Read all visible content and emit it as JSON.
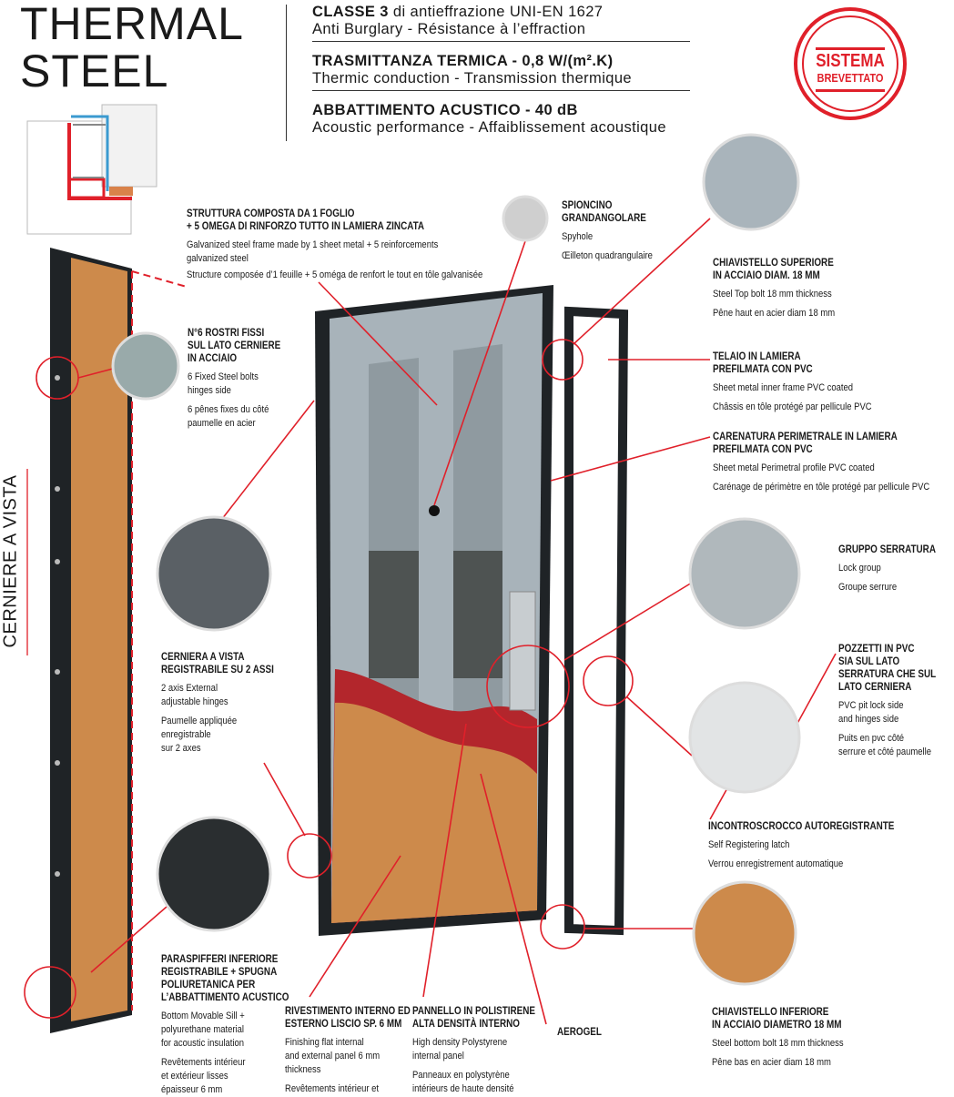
{
  "header": {
    "title_line1": "THERMAL",
    "title_line2": "STEEL"
  },
  "specs": [
    {
      "bold": "CLASSE 3",
      "rest": " di antieffrazione UNI-EN 1627",
      "sub": "Anti Burglary - Résistance à l’effraction"
    },
    {
      "bold": "TRASMITTANZA TERMICA - 0,8 W/(m².K)",
      "rest": "",
      "sub": "Thermic conduction - Transmission thermique"
    },
    {
      "bold": "ABBATTIMENTO ACUSTICO - 40 dB",
      "rest": "",
      "sub": "Acoustic performance - Affaiblissement acoustique"
    }
  ],
  "stamp": {
    "line1": "SISTEMA",
    "line2": "BREVETTATO"
  },
  "side_label": "CERNIERE A VISTA",
  "colors": {
    "accent": "#e0202a",
    "wood": "#d08a4a",
    "steel": "#a9b4bb",
    "frame": "#1f2326"
  },
  "labels": {
    "struttura": {
      "h1": "STRUTTURA COMPOSTA DA 1 FOGLIO",
      "h2": "+ 5 OMEGA DI RINFORZO TUTTO IN LAMIERA ZINCATA",
      "en1": "Galvanized steel frame made by 1 sheet metal + 5 reinforcements",
      "en2": "galvanized steel",
      "fr": "Structure composée d’1 feuille + 5 oméga de renfort le tout en tôle galvanisée"
    },
    "spioncino": {
      "h1": "SPIONCINO",
      "h2": "GRANDANGOLARE",
      "en": "Spyhole",
      "fr": "Œilleton quadrangulaire"
    },
    "chiav_sup": {
      "h1": "CHIAVISTELLO SUPERIORE",
      "h2": "IN ACCIAIO DIAM. 18 mm",
      "en": "Steel Top bolt 18 mm thickness",
      "fr": "Pêne haut en acier diam 18 mm"
    },
    "telaio": {
      "h1": "TELAIO IN LAMIERA",
      "h2": "PREFILMATA CON PVC",
      "en": "Sheet metal inner frame PVC coated",
      "fr": "Châssis en tôle protégé par pellicule PVC"
    },
    "carenatura": {
      "h1": "CARENATURA PERIMETRALE IN LAMIERA",
      "h2": "PREFILMATA CON PVC",
      "en": "Sheet metal Perimetral profile PVC coated",
      "fr": "Carénage de périmètre en tôle protégé par pellicule PVC"
    },
    "serratura": {
      "h1": "GRUPPO SERRATURA",
      "en": "Lock group",
      "fr": "Groupe serrure"
    },
    "pozzetti": {
      "h1": "POZZETTI IN PVC",
      "h2": "SIA SUL LATO",
      "h3": "SERRATURA CHE SUL",
      "h4": "LATO CERNIERA",
      "en1": "PVC pit lock side",
      "en2": "and hinges side",
      "fr1": "Puits en pvc côté",
      "fr2": "serrure et côté paumelle"
    },
    "incontro": {
      "h1": "INCONTROSCROCCO AUTOREGISTRANTE",
      "en": "Self Registering latch",
      "fr": "Verrou enregistrement automatique"
    },
    "chiav_inf": {
      "h1": "CHIAVISTELLO INFERIORE",
      "h2": "IN ACCIAIO DIAMETRO 18 mm",
      "en": "Steel bottom bolt 18 mm thickness",
      "fr": "Pêne bas en acier diam 18 mm"
    },
    "rostri": {
      "h1": "N°6 ROSTRI FISSI",
      "h2": "SUL LATO CERNIERE",
      "h3": "IN ACCIAIO",
      "en1": "6 Fixed Steel bolts",
      "en2": "hinges side",
      "fr1": "6 pênes fixes du côté",
      "fr2": "paumelle en acier"
    },
    "cerniera": {
      "h1": "CERNIERA A VISTA",
      "h2": "REGISTRABILE SU 2 ASSI",
      "en1": "2 axis External",
      "en2": "adjustable hinges",
      "fr1": "Paumelle appliquée",
      "fr2": "enregistrable",
      "fr3": "sur 2 axes"
    },
    "paraspifferi": {
      "h1": "PARASPIFFERI INFERIORE",
      "h2": "REGISTRABILE + SPUGNA",
      "h3": "POLIURETANICA PER",
      "h4": "L’ABBATTIMENTO ACUSTICO",
      "en1": "Bottom Movable Sill +",
      "en2": "polyurethane material",
      "en3": "for acoustic insulation",
      "fr1": "Revêtements intérieur",
      "fr2": "et extérieur lisses",
      "fr3": "épaisseur 6 mm"
    },
    "rivestimento": {
      "h1": "RIVESTIMENTO INTERNO ED",
      "h2": "ESTERNO LISCIO SP. 6 mm",
      "en1": "Finishing flat internal",
      "en2": "and external panel 6 mm",
      "en3": "thickness",
      "fr1": "Revêtements intérieur et"
    },
    "pannello": {
      "h1": "PANNELLO IN POLISTIRENE",
      "h2": "ALTA DENSITÀ INTERNO",
      "en1": "High density Polystyrene",
      "en2": "internal panel",
      "fr1": "Panneaux en polystyrène",
      "fr2": "intérieurs de haute densité"
    },
    "aerogel": {
      "h1": "AEROGEL"
    }
  }
}
